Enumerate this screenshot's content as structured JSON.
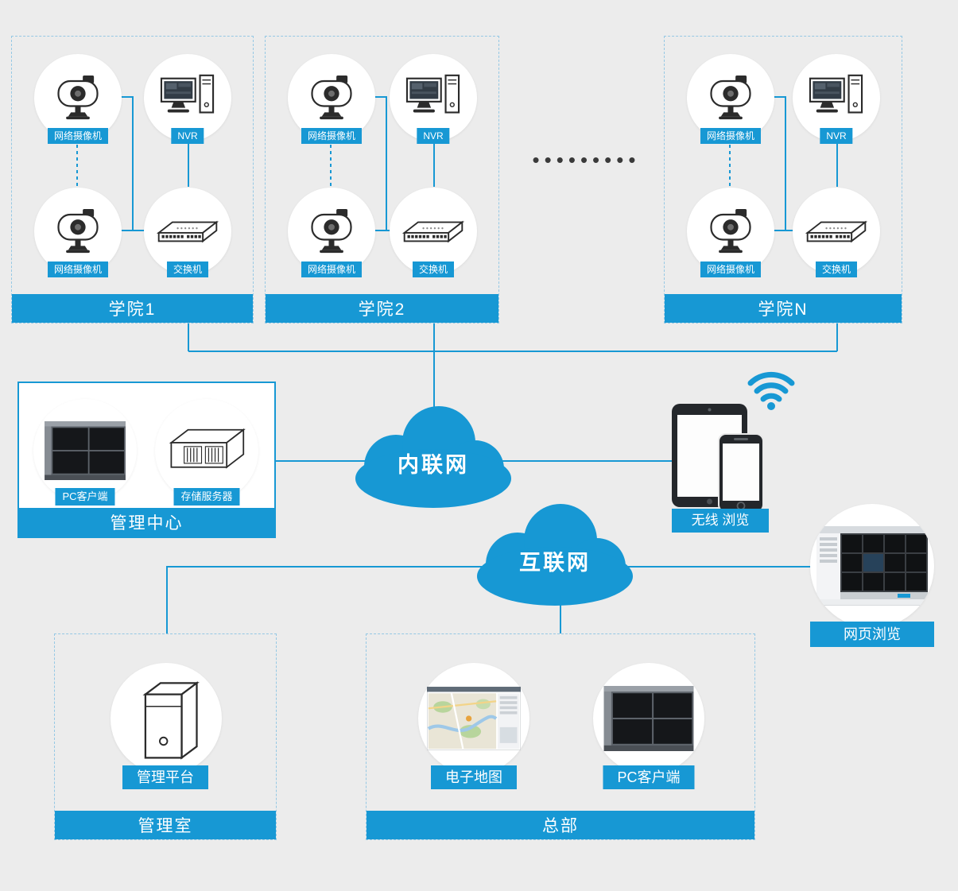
{
  "colors": {
    "accent_blue": "#1798d4",
    "background": "#ececec"
  },
  "colleges": [
    {
      "name": "学院1",
      "nodes": {
        "camera_top": "网络摄像机",
        "nvr": "NVR",
        "camera_bottom": "网络摄像机",
        "switch": "交换机"
      }
    },
    {
      "name": "学院2",
      "nodes": {
        "camera_top": "网络摄像机",
        "nvr": "NVR",
        "camera_bottom": "网络摄像机",
        "switch": "交换机"
      }
    },
    {
      "name": "学院N",
      "nodes": {
        "camera_top": "网络摄像机",
        "nvr": "NVR",
        "camera_bottom": "网络摄像机",
        "switch": "交换机"
      }
    }
  ],
  "ellipsis_dots": "•••••••••",
  "clouds": {
    "intranet": "内联网",
    "internet": "互联网"
  },
  "management_center": {
    "title": "管理中心",
    "pc_client_label": "PC客户端",
    "storage_label": "存储服务器"
  },
  "wireless_group": {
    "label": "无线 浏览"
  },
  "web_browsing": {
    "label": "网页浏览"
  },
  "management_room": {
    "title": "管理室",
    "platform_label": "管理平台"
  },
  "headquarters": {
    "title": "总部",
    "map_label": "电子地图",
    "pc_client_label": "PC客户端"
  }
}
